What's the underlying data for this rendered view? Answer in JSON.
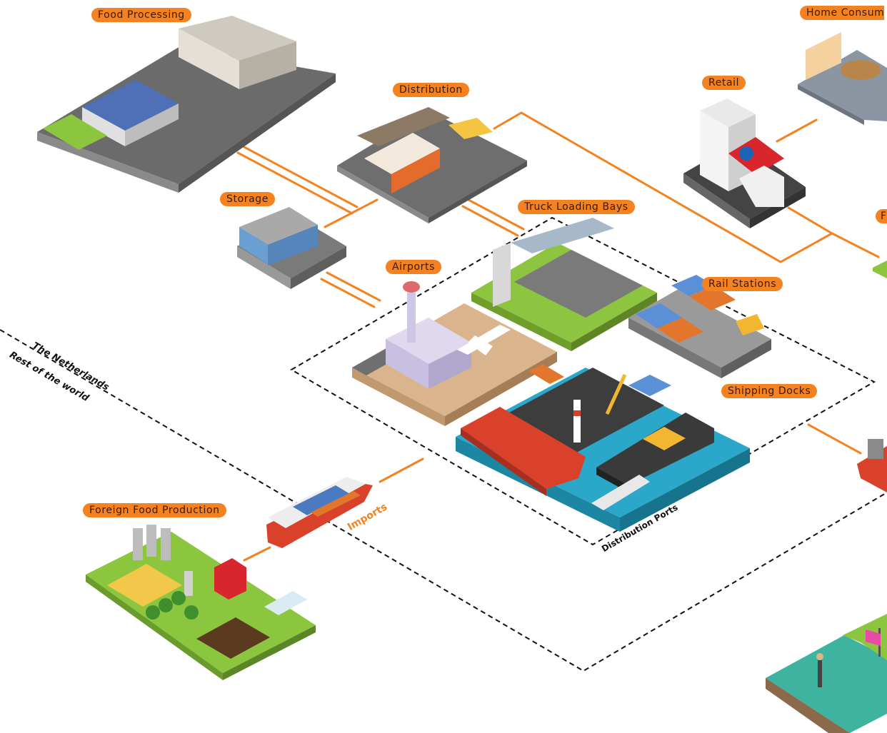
{
  "labels": {
    "food_processing": "Food Processing",
    "home_consumption": "Home Consum",
    "distribution": "Distribution",
    "retail": "Retail",
    "storage": "Storage",
    "truck_loading_bays": "Truck Loading Bays",
    "airports": "Airports",
    "rail_stations": "Rail Stations",
    "shipping_docks": "Shipping Docks",
    "foreign_food_production": "Foreign Food Production",
    "right_edge_partial": "F"
  },
  "annotations": {
    "the_netherlands": "The Netherlands",
    "rest_of_world": "Rest of the world",
    "distribution_ports": "Distribution Ports",
    "imports": "Imports"
  },
  "colors": {
    "accent": "#f58220",
    "label_text": "#3a1a00",
    "boundary": "#111111",
    "water": "#2aa7c9",
    "grass": "#8cc63f"
  }
}
